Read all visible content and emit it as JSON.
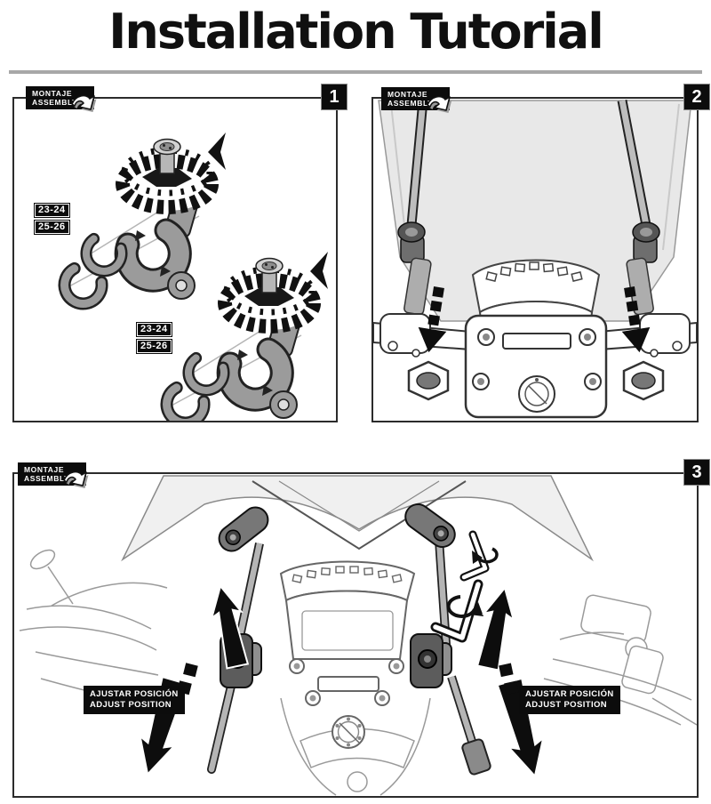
{
  "title": "Installation Tutorial",
  "assembly_badge": {
    "line1": "MONTAJE",
    "line2": "ASSEMBLY"
  },
  "panels": {
    "panel1": {
      "number": "1",
      "labels_a": [
        "23-24",
        "25-26"
      ],
      "labels_b": [
        "23-24",
        "25-26"
      ]
    },
    "panel2": {
      "number": "2"
    },
    "panel3": {
      "number": "3",
      "adjust_left": {
        "line1": "AJUSTAR POSICIÓN",
        "line2": "ADJUST POSITION"
      },
      "adjust_right": {
        "line1": "AJUSTAR POSICIÓN",
        "line2": "ADJUST POSITION"
      }
    }
  },
  "colors": {
    "ink": "#0d0d0d",
    "panel_border": "#2b2b2b",
    "rule_gray": "#a8a8a8",
    "metal_gray": "#9b9b9b",
    "windscreen_gray": "#e8e8e8"
  }
}
